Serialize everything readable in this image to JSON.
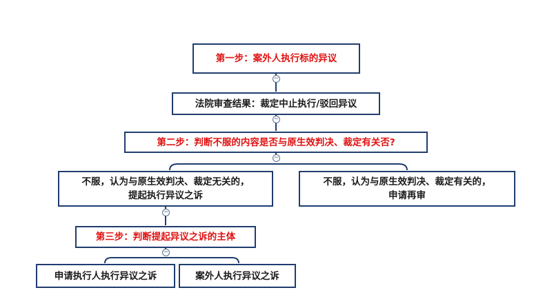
{
  "nodes": {
    "step1": "第一步：案外人执行标的异议",
    "result": "法院审查结果：裁定中止执行/驳回异议",
    "step2": "第二步：判断不服的内容是否与原生效判决、裁定有关否?",
    "unrelated": {
      "line1": "不服，认为与原生效判决、裁定无关的，",
      "line2": "提起执行异议之诉"
    },
    "related": {
      "line1": "不服，认为与原生效判决、裁定有关的，",
      "line2": "申请再审"
    },
    "step3": "第三步：判断提起异议之诉的主体",
    "applicant_suit": "申请执行人执行异议之诉",
    "outsider_suit": "案外人执行异议之诉"
  },
  "toggle_symbol": "−",
  "colors": {
    "border": "#1f3c6e",
    "step_text": "#e01212",
    "normal_text": "#1a1a1a"
  }
}
